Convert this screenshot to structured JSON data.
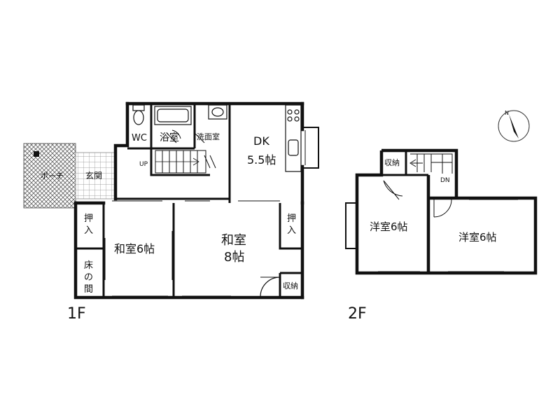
{
  "floor1": {
    "label": "1F",
    "rooms": {
      "wc": "WC",
      "bath": "浴室",
      "washroom": "洗面室",
      "dk_name": "DK",
      "dk_size": "5.5帖",
      "porch": "ポーチ",
      "entrance": "玄関",
      "up": "UP",
      "washitsu6": "和室6帖",
      "washitsu8_a": "和室",
      "washitsu8_b": "8帖",
      "oshiire_left_a": "押",
      "oshiire_left_b": "入",
      "tokonoma_a": "床",
      "tokonoma_b": "の",
      "tokonoma_c": "間",
      "oshiire_right_a": "押",
      "oshiire_right_b": "入",
      "storage": "収納"
    }
  },
  "floor2": {
    "label": "2F",
    "rooms": {
      "storage": "収納",
      "dn": "DN",
      "western_left": "洋室6帖",
      "western_right": "洋室6帖"
    }
  },
  "compass": {
    "north": "N"
  }
}
